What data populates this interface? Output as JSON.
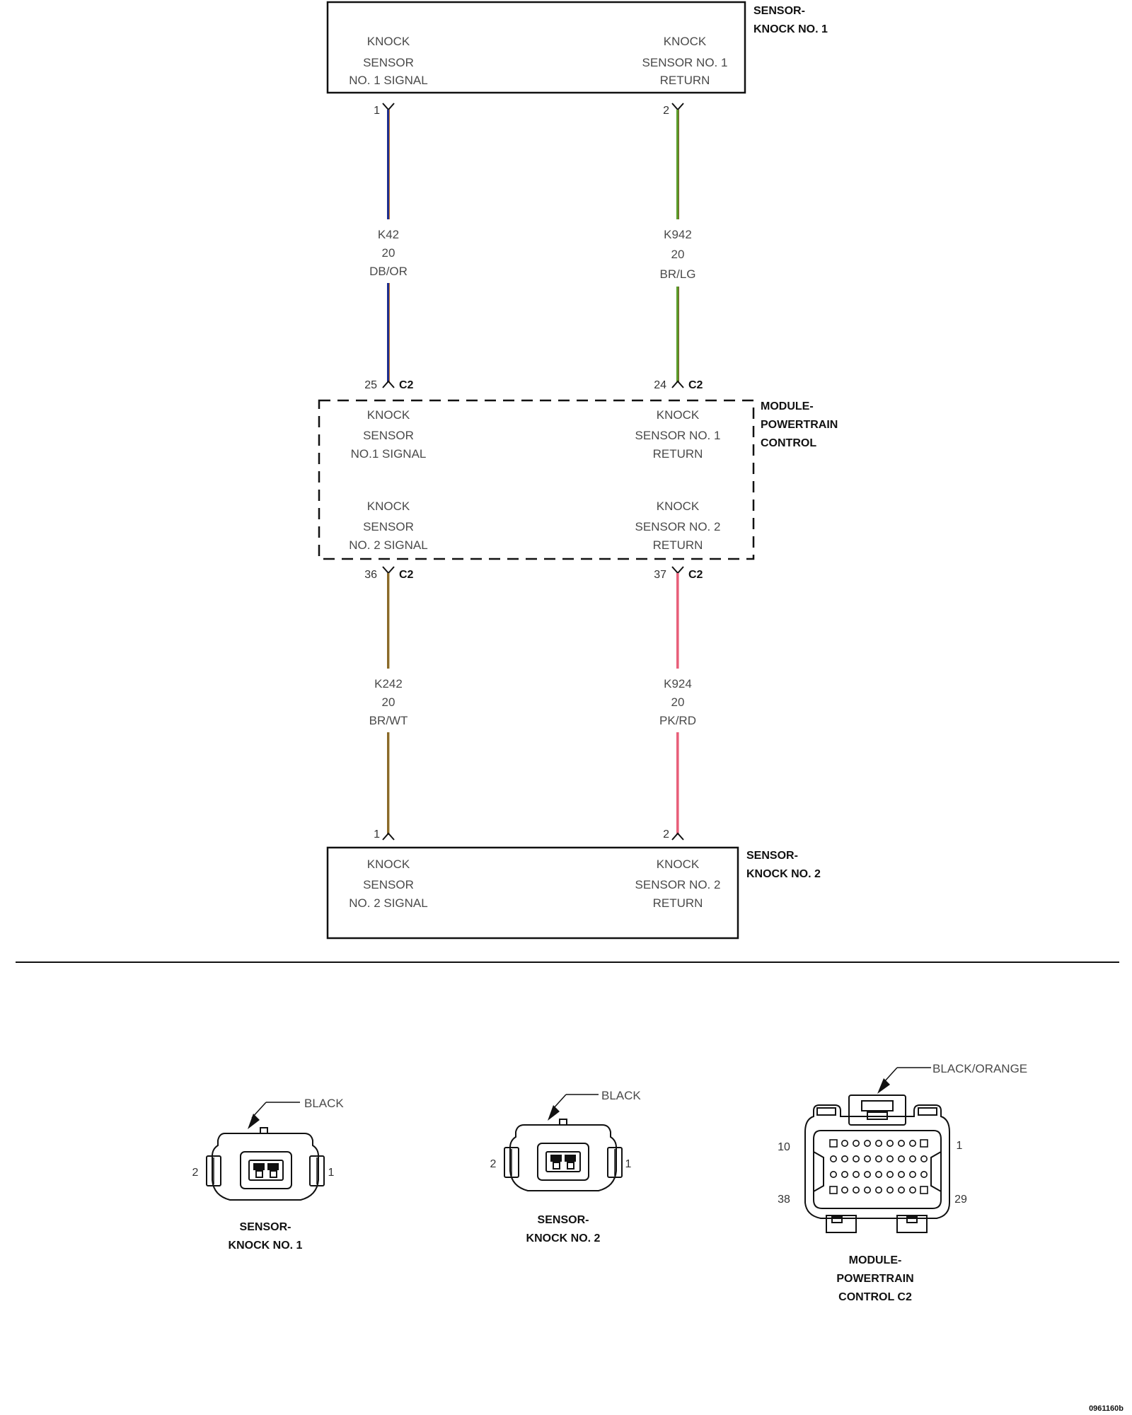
{
  "sensor1": {
    "title": [
      "SENSOR-",
      "KNOCK NO. 1"
    ],
    "signal": [
      "KNOCK",
      "SENSOR",
      "NO. 1 SIGNAL"
    ],
    "return": [
      "KNOCK",
      "SENSOR NO. 1",
      "RETURN"
    ],
    "pin_signal": "1",
    "pin_return": "2"
  },
  "wires": {
    "k42": {
      "circuit": "K42",
      "gauge": "20",
      "color": "DB/OR",
      "stroke": "#1f2f8f",
      "tracer": "#c8782a"
    },
    "k942": {
      "circuit": "K942",
      "gauge": "20",
      "color": "BR/LG",
      "stroke": "#5a9c2a",
      "tracer": "#7a5a2a"
    },
    "k242": {
      "circuit": "K242",
      "gauge": "20",
      "color": "BR/WT",
      "stroke": "#8a6a2a",
      "tracer": "#d8c8a0"
    },
    "k924": {
      "circuit": "K924",
      "gauge": "20",
      "color": "PK/RD",
      "stroke": "#e8607a",
      "tracer": "#f4a0b0"
    }
  },
  "pcm": {
    "title": [
      "MODULE-",
      "POWERTRAIN",
      "CONTROL"
    ],
    "s1_signal": [
      "KNOCK",
      "SENSOR",
      "NO.1 SIGNAL"
    ],
    "s1_return": [
      "KNOCK",
      "SENSOR NO. 1",
      "RETURN"
    ],
    "s2_signal": [
      "KNOCK",
      "SENSOR",
      "NO. 2 SIGNAL"
    ],
    "s2_return": [
      "KNOCK",
      "SENSOR NO. 2",
      "RETURN"
    ],
    "pin_k42": "25",
    "pin_k942": "24",
    "pin_k242": "36",
    "pin_k924": "37",
    "connector": "C2"
  },
  "sensor2": {
    "title": [
      "SENSOR-",
      "KNOCK NO. 2"
    ],
    "signal": [
      "KNOCK",
      "SENSOR",
      "NO. 2 SIGNAL"
    ],
    "return": [
      "KNOCK",
      "SENSOR NO. 2",
      "RETURN"
    ],
    "pin_signal": "1",
    "pin_return": "2"
  },
  "connectors": {
    "knock1": {
      "color": "BLACK",
      "pin_left": "2",
      "pin_right": "1",
      "title": [
        "SENSOR-",
        "KNOCK NO. 1"
      ]
    },
    "knock2": {
      "color": "BLACK",
      "pin_left": "2",
      "pin_right": "1",
      "title": [
        "SENSOR-",
        "KNOCK NO. 2"
      ]
    },
    "pcm_c2": {
      "color": "BLACK/ORANGE",
      "pin_tl": "10",
      "pin_tr": "1",
      "pin_bl": "38",
      "pin_br": "29",
      "title": [
        "MODULE-",
        "POWERTRAIN",
        "CONTROL C2"
      ]
    }
  },
  "figure_id": "0961160b"
}
